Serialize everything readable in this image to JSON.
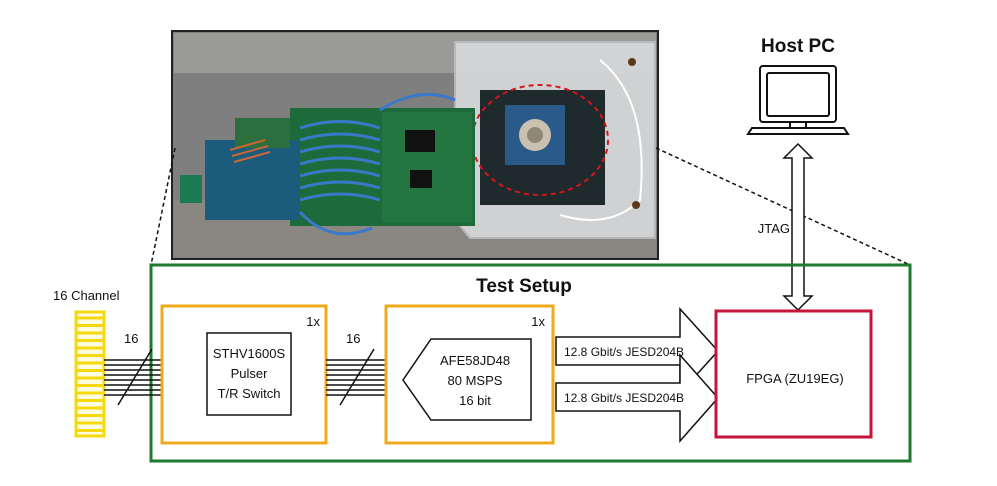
{
  "title": "Test Setup",
  "host_pc": {
    "label": "Host PC"
  },
  "jtag_label": "JTAG",
  "transducer": {
    "label": "16 Channel"
  },
  "bus": {
    "count_1": "16",
    "count_2": "16"
  },
  "pulser_block": {
    "count": "1x",
    "lines": [
      "STHV1600S",
      "Pulser",
      "T/R Switch"
    ]
  },
  "afe_block": {
    "count": "1x",
    "lines": [
      "AFE58JD48",
      "80 MSPS",
      "16 bit"
    ]
  },
  "links": [
    {
      "label": "12.8 Gbit/s JESD204B"
    },
    {
      "label": "12.8 Gbit/s JESD204B"
    }
  ],
  "fpga": {
    "label": "FPGA (ZU19EG)"
  },
  "photo": {
    "description_icon": "hardware-photo"
  },
  "colors": {
    "test_setup_border": "#1e7a2e",
    "test_setup_title": "#1e7a2e",
    "host_pc": "#1f5f97",
    "block_border": "#f0a91a",
    "fpga_border": "#c4163a",
    "transducer": "#f5d80f",
    "cable": "#3a78c9",
    "pcb": "#1d6b3a"
  }
}
